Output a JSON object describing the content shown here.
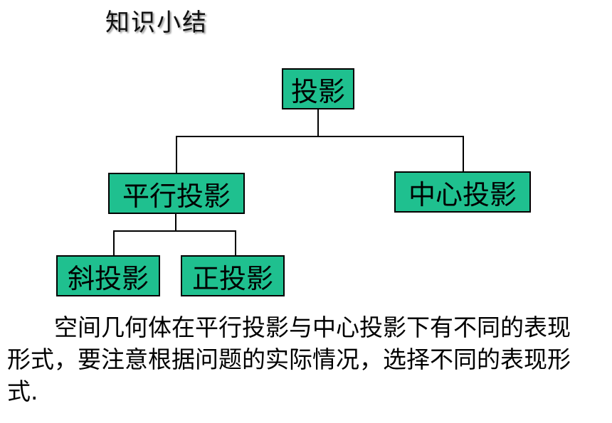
{
  "title": "知识小结",
  "colors": {
    "node_fill": "#1fc08f",
    "line": "#000000"
  },
  "tree": {
    "root": "投影",
    "children": [
      {
        "label": "平行投影",
        "children": [
          "斜投影",
          "正投影"
        ]
      },
      {
        "label": "中心投影"
      }
    ]
  },
  "description": "空间几何体在平行投影与中心投影下有不同的表现形式，要注意根据问题的实际情况，选择不同的表现形式."
}
